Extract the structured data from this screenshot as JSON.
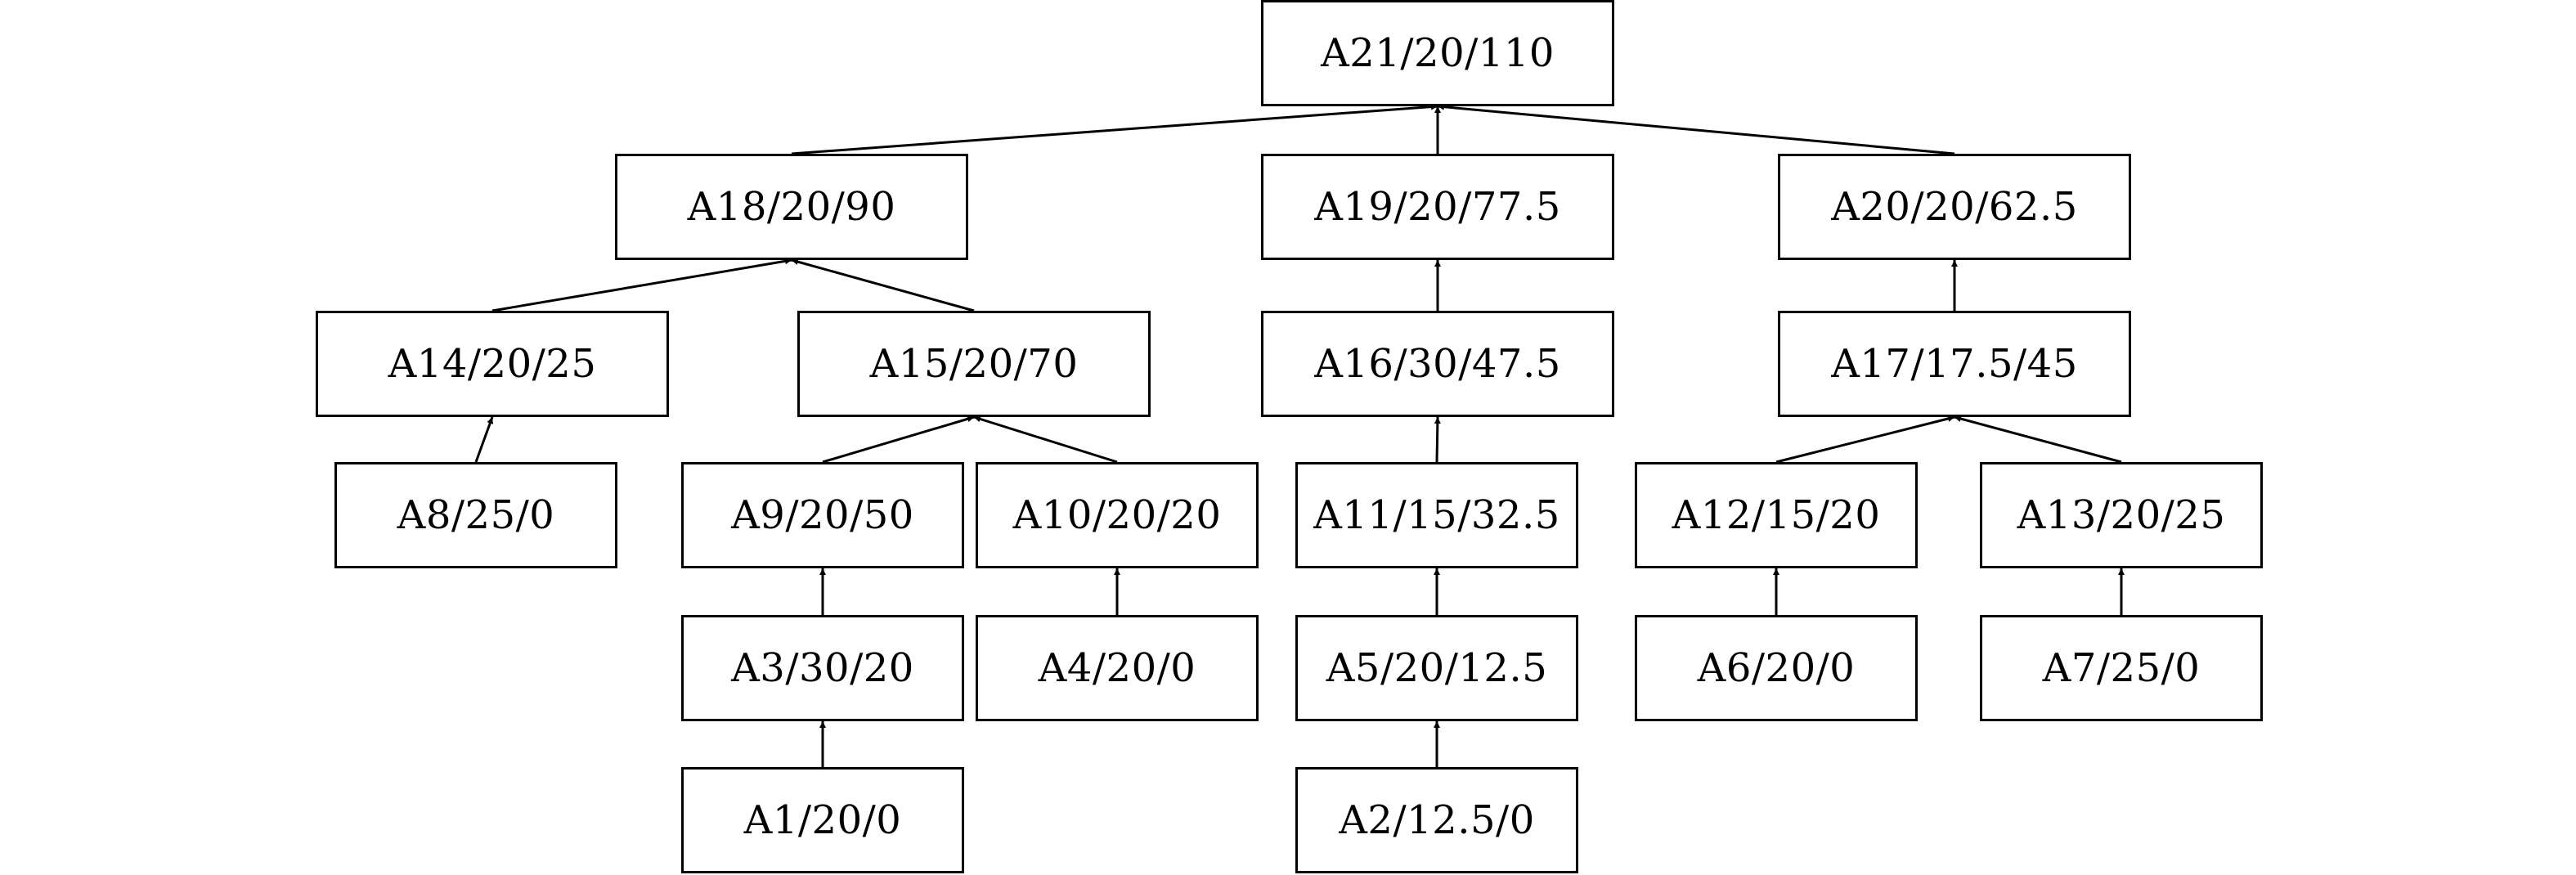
{
  "diagram": {
    "nodes": [
      {
        "id": "A21",
        "label": "A21/20/110"
      },
      {
        "id": "A18",
        "label": "A18/20/90"
      },
      {
        "id": "A19",
        "label": "A19/20/77.5"
      },
      {
        "id": "A20",
        "label": "A20/20/62.5"
      },
      {
        "id": "A14",
        "label": "A14/20/25"
      },
      {
        "id": "A15",
        "label": "A15/20/70"
      },
      {
        "id": "A16",
        "label": "A16/30/47.5"
      },
      {
        "id": "A17",
        "label": "A17/17.5/45"
      },
      {
        "id": "A8",
        "label": "A8/25/0"
      },
      {
        "id": "A9",
        "label": "A9/20/50"
      },
      {
        "id": "A10",
        "label": "A10/20/20"
      },
      {
        "id": "A11",
        "label": "A11/15/32.5"
      },
      {
        "id": "A12",
        "label": "A12/15/20"
      },
      {
        "id": "A13",
        "label": "A13/20/25"
      },
      {
        "id": "A3",
        "label": "A3/30/20"
      },
      {
        "id": "A4",
        "label": "A4/20/0"
      },
      {
        "id": "A5",
        "label": "A5/20/12.5"
      },
      {
        "id": "A6",
        "label": "A6/20/0"
      },
      {
        "id": "A7",
        "label": "A7/25/0"
      },
      {
        "id": "A1",
        "label": "A1/20/0"
      },
      {
        "id": "A2",
        "label": "A2/12.5/0"
      }
    ],
    "edges": [
      {
        "from": "A18",
        "to": "A21"
      },
      {
        "from": "A19",
        "to": "A21"
      },
      {
        "from": "A20",
        "to": "A21"
      },
      {
        "from": "A14",
        "to": "A18"
      },
      {
        "from": "A15",
        "to": "A18"
      },
      {
        "from": "A16",
        "to": "A19"
      },
      {
        "from": "A17",
        "to": "A20"
      },
      {
        "from": "A8",
        "to": "A14"
      },
      {
        "from": "A9",
        "to": "A15"
      },
      {
        "from": "A10",
        "to": "A15"
      },
      {
        "from": "A11",
        "to": "A16"
      },
      {
        "from": "A12",
        "to": "A17"
      },
      {
        "from": "A13",
        "to": "A17"
      },
      {
        "from": "A3",
        "to": "A9"
      },
      {
        "from": "A4",
        "to": "A10"
      },
      {
        "from": "A5",
        "to": "A11"
      },
      {
        "from": "A6",
        "to": "A12"
      },
      {
        "from": "A7",
        "to": "A13"
      },
      {
        "from": "A1",
        "to": "A3"
      },
      {
        "from": "A2",
        "to": "A5"
      }
    ]
  }
}
